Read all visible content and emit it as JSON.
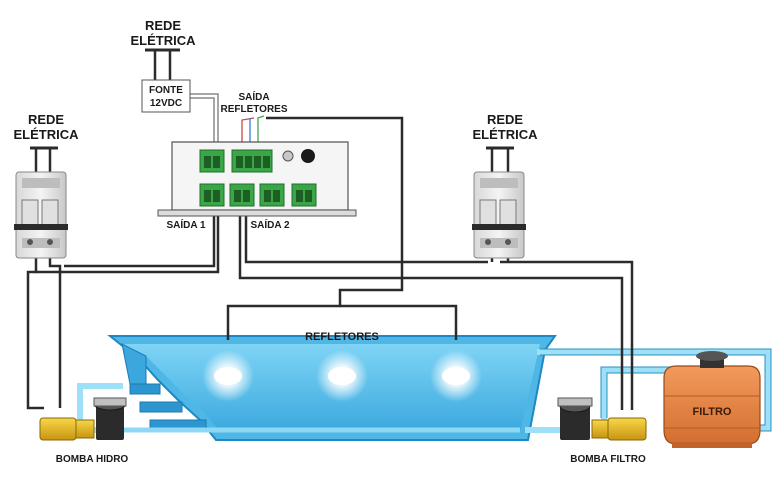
{
  "labels": {
    "rede_top": [
      "REDE",
      "ELÉTRICA"
    ],
    "rede_left": [
      "REDE",
      "ELÉTRICA"
    ],
    "rede_right": [
      "REDE",
      "ELÉTRICA"
    ],
    "fonte": [
      "FONTE",
      "12VDC"
    ],
    "saida_refletores": [
      "SAÍDA",
      "REFLETORES"
    ],
    "saida1": "SAÍDA 1",
    "saida2": "SAÍDA 2",
    "refletores": "REFLETORES",
    "filtro": "FILTRO",
    "bomba_hidro": "BOMBA HIDRO",
    "bomba_filtro": "BOMBA FILTRO"
  },
  "colors": {
    "water": "#5fc6f0",
    "water_dark": "#2f9fd6",
    "pipe": "#9ee0f7",
    "wire": "#2b2b2b",
    "terminal": "#3aa648",
    "pump": "#e8b820",
    "filter": "#e8884a"
  }
}
